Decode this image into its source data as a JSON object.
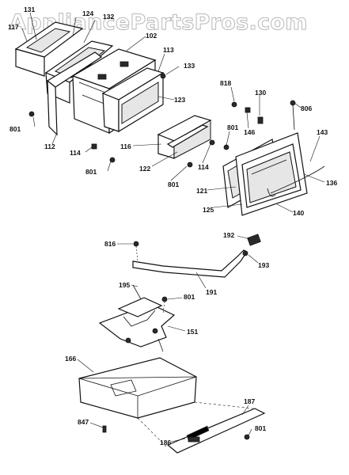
{
  "watermark": "AppliancePartsPros.com",
  "labels": {
    "p131": "131",
    "p124": "124",
    "p132": "132",
    "p117": "117",
    "p102": "102",
    "p113": "113",
    "p133": "133",
    "p818": "818",
    "p130": "130",
    "p806": "806",
    "p123": "123",
    "p801a": "801",
    "p146": "146",
    "p801b": "801",
    "p143": "143",
    "p112": "112",
    "p116": "116",
    "p114a": "114",
    "p114b": "114",
    "p122": "122",
    "p801c": "801",
    "p801d": "801",
    "p136": "136",
    "p121": "121",
    "p125": "125",
    "p140": "140",
    "p192": "192",
    "p816": "816",
    "p193": "193",
    "p195": "195",
    "p191": "191",
    "p801e": "801",
    "p151": "151",
    "p166": "166",
    "p187": "187",
    "p847": "847",
    "p801f": "801",
    "p186": "186"
  }
}
